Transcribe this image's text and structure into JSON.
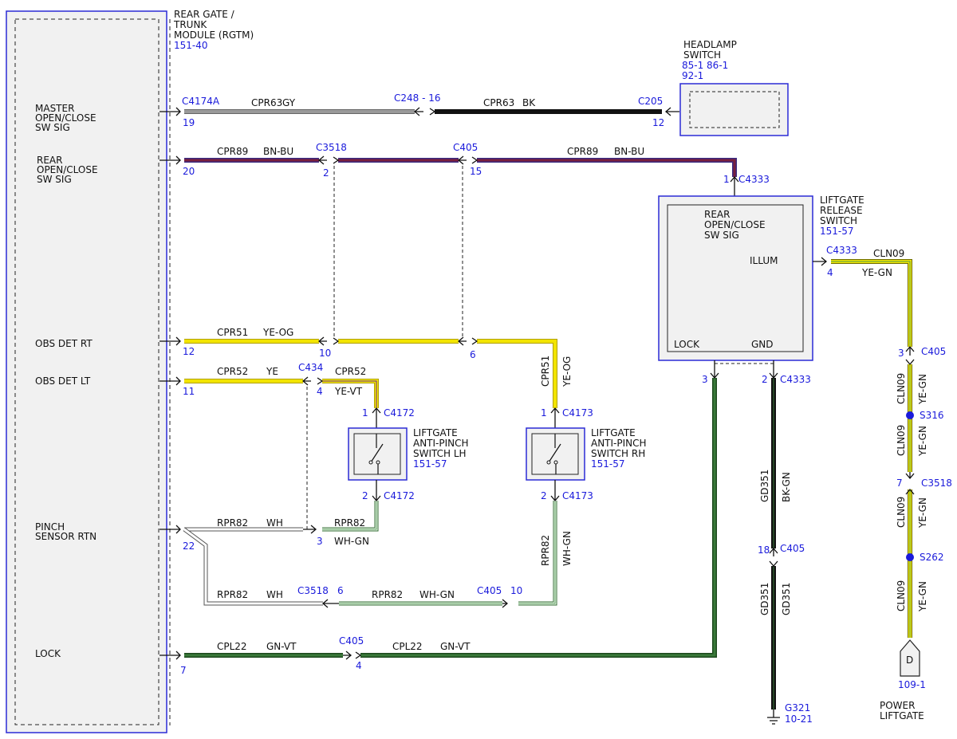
{
  "modules": {
    "rgtm": {
      "title_lines": [
        "REAR GATE /",
        "TRUNK",
        "MODULE (RGTM)"
      ],
      "ref": "151-40",
      "pins": {
        "master": [
          "MASTER",
          "OPEN/CLOSE",
          "SW SIG"
        ],
        "rear": [
          "REAR",
          "OPEN/CLOSE",
          "SW SIG"
        ],
        "obs_rt": "OBS DET RT",
        "obs_lt": "OBS DET LT",
        "pinch": [
          "PINCH",
          "SENSOR RTN"
        ],
        "lock": "LOCK"
      }
    },
    "headlamp": {
      "title_lines": [
        "HEADLAMP",
        "SWITCH"
      ],
      "refs": [
        "85-1  86-1",
        "92-1"
      ]
    },
    "liftgate_release": {
      "title_lines": [
        "LIFTGATE",
        "RELEASE",
        "SWITCH"
      ],
      "ref": "151-57",
      "inner": [
        "REAR",
        "OPEN/CLOSE",
        "SW SIG"
      ],
      "illum": "ILLUM",
      "lock": "LOCK",
      "gnd": "GND"
    },
    "anti_pinch_lh": {
      "title_lines": [
        "LIFTGATE",
        "ANTI-PINCH",
        "SWITCH LH"
      ],
      "ref": "151-57"
    },
    "anti_pinch_rh": {
      "title_lines": [
        "LIFTGATE",
        "ANTI-PINCH",
        "SWITCH RH"
      ],
      "ref": "151-57"
    },
    "power_liftgate": {
      "title_lines": [
        "POWER",
        "LIFTGATE"
      ],
      "ref": "109-1",
      "connector_letter": "D"
    },
    "ground": {
      "name": "G321",
      "ref": "10-21"
    }
  },
  "wires": {
    "w1": {
      "connector_a": "C4174A",
      "pin_a": "19",
      "circuit": "CPR63",
      "color_a": "GY",
      "connector_b": "C248 - 16",
      "color_b": "BK",
      "connector_c": "C205",
      "pin_c": "12"
    },
    "w2": {
      "pin_a": "20",
      "circuit": "CPR89",
      "color": "BN-BU",
      "connector_b": "C3518",
      "pin_b": "2",
      "connector_c": "C405",
      "pin_c": "15",
      "pin_d": "1",
      "connector_d": "C4333"
    },
    "w3": {
      "pin_a": "12",
      "circuit": "CPR51",
      "color": "YE-OG",
      "pin_b": "10",
      "pin_c": "6",
      "pin_d": "1",
      "connector_d": "C4173"
    },
    "w4": {
      "pin_a": "11",
      "circuit": "CPR52",
      "color_a": "YE",
      "connector_b": "C434",
      "pin_b": "4",
      "color_b": "YE-VT",
      "pin_d": "1",
      "connector_d": "C4172"
    },
    "w5": {
      "pin_a": "22",
      "circuit": "RPR82",
      "color_a": "WH",
      "pin_b": "3",
      "color_b": "WH-GN",
      "pin_lh": "2",
      "connector_lh": "C4172",
      "pin_rh": "2",
      "connector_rh": "C4173",
      "connector_c": "C3518",
      "pin_c": "6",
      "connector_e": "C405",
      "pin_e": "10"
    },
    "w6": {
      "pin_a": "7",
      "circuit": "CPL22",
      "color": "GN-VT",
      "connector_b": "C405",
      "pin_b": "4",
      "pin_c": "3"
    },
    "w7": {
      "connector_a": "C4333",
      "pin_a": "4",
      "circuit": "CLN09",
      "color": "YE-GN",
      "pin_b": "3",
      "connector_b": "C405",
      "splice_1": "S316",
      "pin_c": "7",
      "connector_c": "C3518",
      "splice_2": "S262"
    },
    "w8": {
      "pin_a": "2",
      "connector_a": "C4333",
      "circuit": "GD351",
      "color": "BK-GN",
      "pin_b": "18",
      "connector_b": "C405"
    }
  },
  "colors": {
    "connector_blue": "#1a1adb",
    "module_border": "#2b2bd6",
    "gray": "#8a8a8a",
    "black": "#111111",
    "brown_blue": "#7a1f3d",
    "yellow": "#f2e400",
    "green_dark": "#2e6b2e",
    "white_green": "#4e9c4e",
    "splice": "#1a1adb"
  }
}
